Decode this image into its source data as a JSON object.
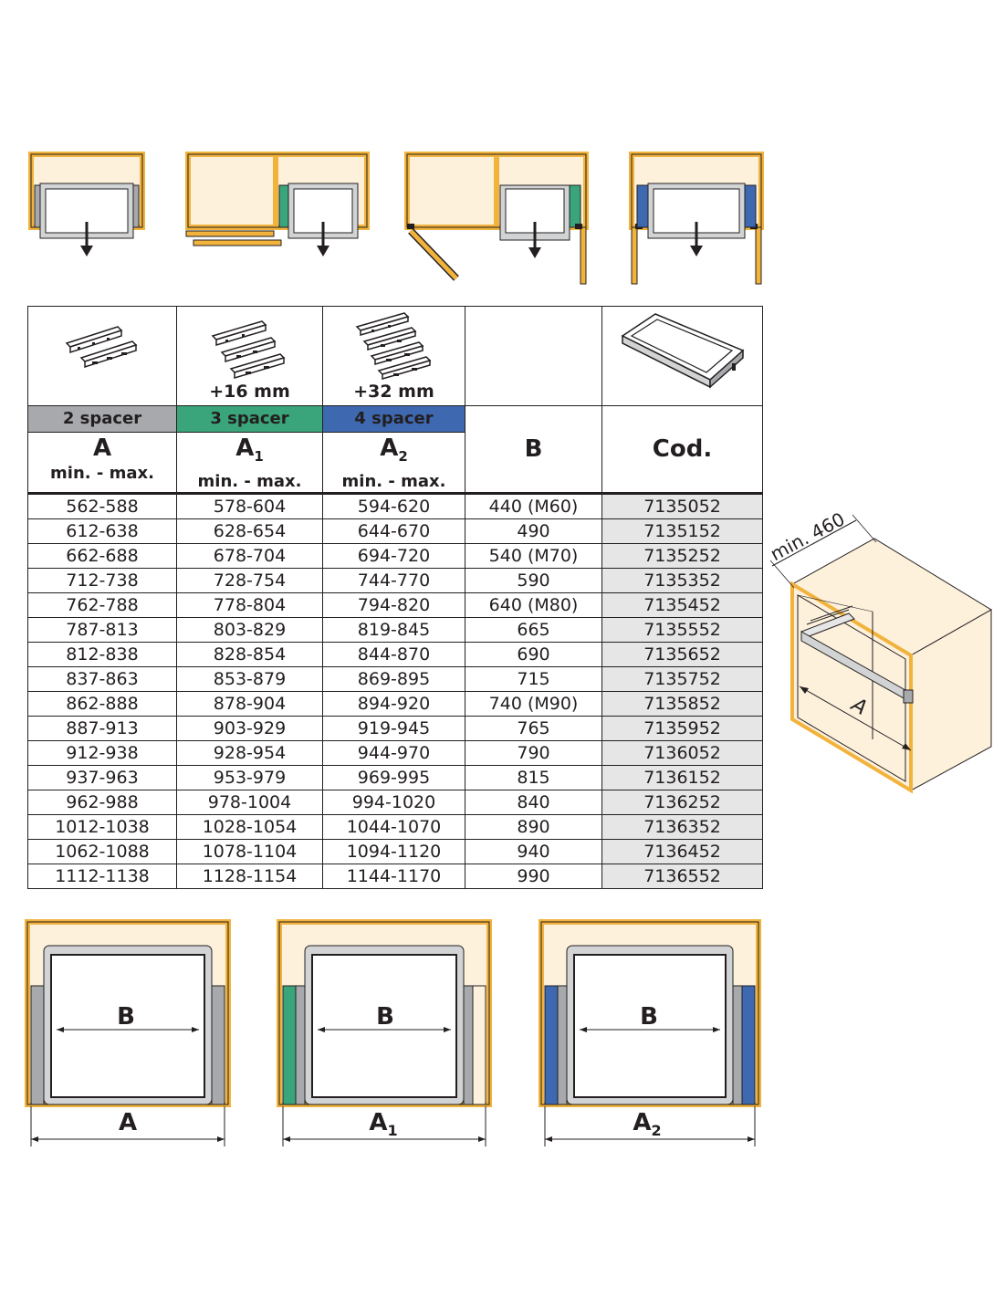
{
  "table": {
    "spacer_counts": [
      "2 spacer",
      "3 spacer",
      "4 spacer"
    ],
    "extras": [
      "",
      "+16 mm",
      "+32 mm"
    ],
    "headers": {
      "a": "A",
      "a1": "A",
      "a2": "A",
      "a1_sub": "1",
      "a2_sub": "2",
      "min_max": "min. - max.",
      "b": "B",
      "code": "Cod."
    },
    "rows": [
      [
        "562-588",
        "578-604",
        "594-620",
        "440 (M60)",
        "7135052"
      ],
      [
        "612-638",
        "628-654",
        "644-670",
        "490",
        "7135152"
      ],
      [
        "662-688",
        "678-704",
        "694-720",
        "540 (M70)",
        "7135252"
      ],
      [
        "712-738",
        "728-754",
        "744-770",
        "590",
        "7135352"
      ],
      [
        "762-788",
        "778-804",
        "794-820",
        "640 (M80)",
        "7135452"
      ],
      [
        "787-813",
        "803-829",
        "819-845",
        "665",
        "7135552"
      ],
      [
        "812-838",
        "828-854",
        "844-870",
        "690",
        "7135652"
      ],
      [
        "837-863",
        "853-879",
        "869-895",
        "715",
        "7135752"
      ],
      [
        "862-888",
        "878-904",
        "894-920",
        "740 (M90)",
        "7135852"
      ],
      [
        "887-913",
        "903-929",
        "919-945",
        "765",
        "7135952"
      ],
      [
        "912-938",
        "928-954",
        "944-970",
        "790",
        "7136052"
      ],
      [
        "937-963",
        "953-979",
        "969-995",
        "815",
        "7136152"
      ],
      [
        "962-988",
        "978-1004",
        "994-1020",
        "840",
        "7136252"
      ],
      [
        "1012-1038",
        "1028-1054",
        "1044-1070",
        "890",
        "7136352"
      ],
      [
        "1062-1088",
        "1078-1104",
        "1094-1120",
        "940",
        "7136452"
      ],
      [
        "1112-1138",
        "1128-1154",
        "1144-1170",
        "990",
        "7136552"
      ]
    ]
  },
  "cabinet": {
    "depth_label": "min. 460",
    "width_label": "A"
  },
  "bottom": {
    "inner_label": "B",
    "outer_labels": [
      "A",
      "A",
      "A"
    ],
    "outer_subs": [
      "",
      "1",
      "2"
    ]
  },
  "colors": {
    "frame": "#f2b33d",
    "interior": "#fdf1dc",
    "spacer_gray": "#a7a9ac",
    "spacer_green": "#3aa57b",
    "spacer_blue": "#3e68b0",
    "code_bg": "#e6e6e7"
  }
}
